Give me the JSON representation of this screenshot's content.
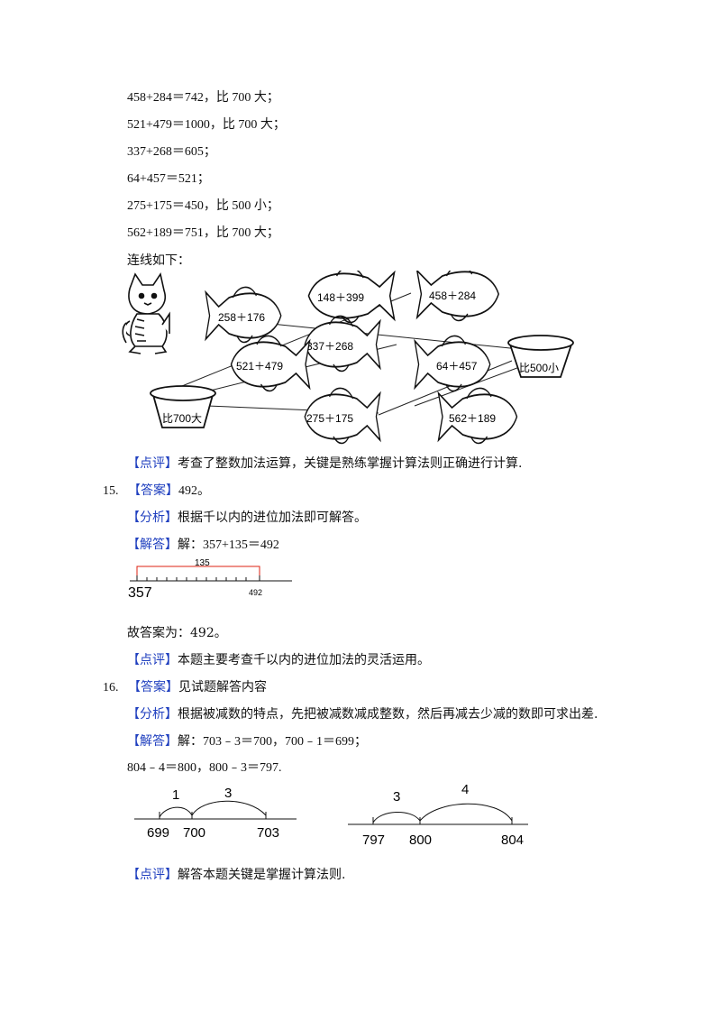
{
  "calc_lines": [
    "458+284＝742，比 700 大；",
    "521+479＝1000，比 700 大；",
    "337+268＝605；",
    "64+457＝521；",
    "275+175＝450，比 500 小；",
    "562+189＝751，比 700 大；"
  ],
  "connect_intro": "连线如下：",
  "fish_labels": {
    "f1": "258＋176",
    "f2": "148＋399",
    "f3": "458＋284",
    "f4": "337＋268",
    "f5": "521＋479",
    "f6": "64＋457",
    "f7": "275＋175",
    "f8": "562＋189"
  },
  "bowls": {
    "small": "比500小",
    "big": "比700大"
  },
  "q14_comment": {
    "tag": "【点评】",
    "text": "考查了整数加法运算，关键是熟练掌握计算法则正确进行计算."
  },
  "q15": {
    "number": "15.",
    "answer_tag": "【答案】",
    "answer": "492。",
    "analysis_tag": "【分析】",
    "analysis": "根据千以内的进位加法即可解答。",
    "solution_tag": "【解答】",
    "solution": "解：357+135＝492",
    "line_top": "135",
    "line_left": "357",
    "line_right": "492",
    "conclusion": "故答案为：492。",
    "comment_tag": "【点评】",
    "comment": "本题主要考查千以内的进位加法的灵活运用。"
  },
  "q16": {
    "number": "16.",
    "answer_tag": "【答案】",
    "answer": "见试题解答内容",
    "analysis_tag": "【分析】",
    "analysis": "根据被减数的特点，先把被减数减成整数，然后再减去少减的数即可求出差.",
    "solution_tag": "【解答】",
    "solution": "解：703﹣3＝700，700﹣1＝699；",
    "solution2": "804﹣4＝800，800﹣3＝797.",
    "nl1": {
      "a1": "1",
      "a2": "3",
      "t1": "699",
      "t2": "700",
      "t3": "703"
    },
    "nl2": {
      "a1": "3",
      "a2": "4",
      "t1": "797",
      "t2": "800",
      "t3": "804"
    },
    "comment_tag": "【点评】",
    "comment": "解答本题关键是掌握计算法则."
  }
}
